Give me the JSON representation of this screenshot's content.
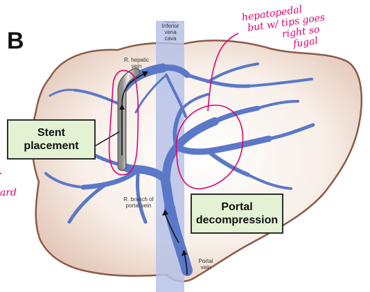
{
  "panel_letter": "B",
  "labels": {
    "ivc": [
      "Inferior",
      "vena",
      "cava"
    ],
    "hepatic_vein": [
      "R. hepatic",
      "vein"
    ],
    "portal_branch": [
      "R. branch of",
      "portal vein"
    ],
    "portal_vein": [
      "Portal",
      "vein"
    ]
  },
  "callouts": {
    "stent": [
      "Stent",
      "placement"
    ],
    "decompression": [
      "Portal",
      "decompression"
    ]
  },
  "handwritten": {
    "note": [
      "hepatopedal",
      "but w/ tips goes",
      "right so",
      "fugal"
    ],
    "margin": "ard"
  },
  "colors": {
    "liver_fill": "#f8efe8",
    "liver_edge": "#8a5a48",
    "vessel": "#5b78c8",
    "ivc_band": "#b6c2e6",
    "callout_fill": "#e3f2d3",
    "ink": "#e0006e"
  }
}
